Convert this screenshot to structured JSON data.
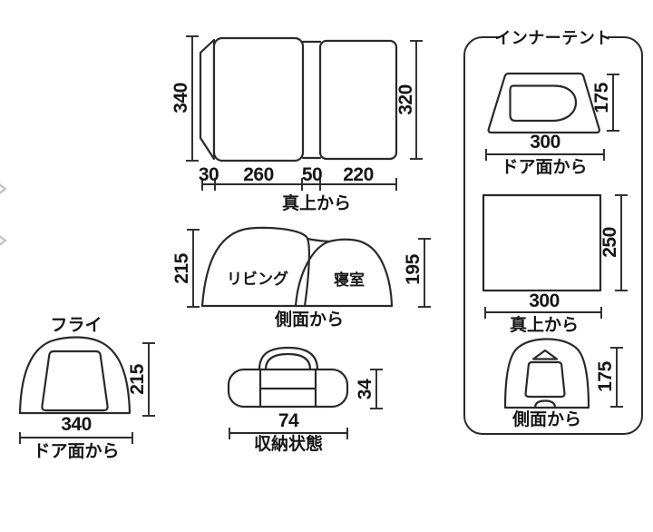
{
  "colors": {
    "line": "#2a2a2a",
    "text": "#161616",
    "chevron": "#c6c6c6",
    "background": "#ffffff"
  },
  "overall_top_view": {
    "height_left": "340",
    "height_right": "320",
    "widths": [
      "30",
      "260",
      "50",
      "220"
    ],
    "caption": "真上から"
  },
  "overall_side_view": {
    "height_left": "215",
    "height_right": "195",
    "room_left": "リビング",
    "room_right": "寝室",
    "caption": "側面から"
  },
  "fly_view": {
    "title": "フライ",
    "height": "215",
    "width": "340",
    "caption": "ドア面から"
  },
  "packed_view": {
    "height": "34",
    "width": "74",
    "caption": "収納状態"
  },
  "inner_tent": {
    "title": "インナーテント",
    "door_view": {
      "height": "175",
      "width": "300",
      "caption": "ドア面から"
    },
    "top_view": {
      "depth": "250",
      "width": "300",
      "caption": "真上から"
    },
    "side_view": {
      "height": "175",
      "caption": "側面から"
    }
  }
}
